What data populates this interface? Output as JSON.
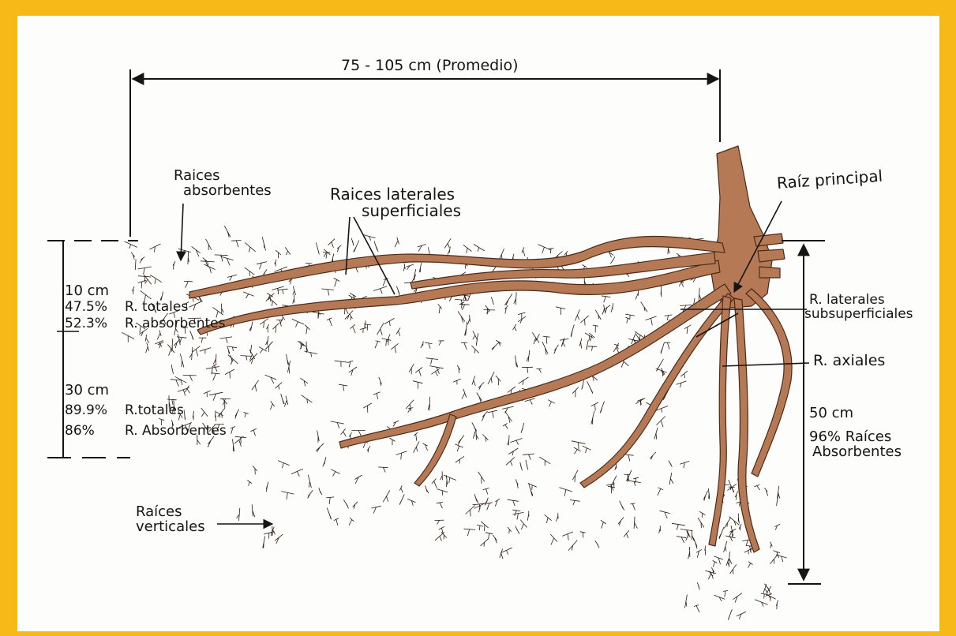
{
  "width_label": "75 - 105 cm (Promedio)",
  "labels": {
    "absorbent_roots": [
      "Raices",
      "absorbentes"
    ],
    "lateral_surface_roots": [
      "Raices laterales",
      "superficiales"
    ],
    "main_root": "Raíz principal",
    "lateral_subsurface_roots": [
      "R. laterales",
      "subsuperficiales"
    ],
    "axial_roots": "R. axiales",
    "vertical_roots": [
      "Raíces",
      "verticales"
    ]
  },
  "layer_10cm": {
    "depth": "10 cm",
    "total_value": "47.5%",
    "total_label": "R. totales",
    "absorbent_value": "52.3%",
    "absorbent_label": "R. absorbentes"
  },
  "layer_30cm": {
    "depth": "30 cm",
    "total_value": "89.9%",
    "total_label": "R.totales",
    "absorbent_value": "86%",
    "absorbent_label": "R. Absorbentes"
  },
  "layer_50cm": {
    "depth": "50 cm",
    "absorbent_lines": [
      "96% Raíces",
      "Absorbentes"
    ]
  },
  "colors": {
    "frame": "#f6b917",
    "paper": "#fdfdfb",
    "root_fill": "#b57a55",
    "root_outline": "#4b2a17",
    "ink": "#151515"
  }
}
